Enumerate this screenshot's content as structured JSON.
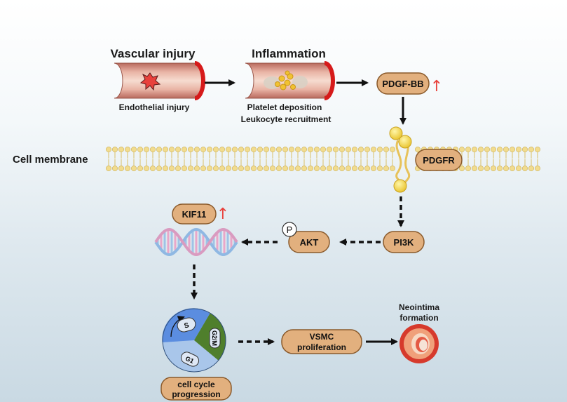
{
  "labels": {
    "vascular_injury": "Vascular injury",
    "inflammation": "Inflammation",
    "endothelial_injury": "Endothelial  injury",
    "platelet_deposition": "Platelet deposition",
    "leukocyte_recruitment": "Leukocyte recruitment",
    "cell_membrane": "Cell membrane",
    "neointima_line1": "Neointima",
    "neointima_line2": "formation",
    "cell_cycle_line1": "cell cycle",
    "cell_cycle_line2": "progression",
    "phospho": "P",
    "up_arrow": "↑"
  },
  "nodes": {
    "pdgf_bb": "PDGF-BB",
    "pdgfr": "PDGFR",
    "pi3k": "PI3K",
    "akt": "AKT",
    "kif11": "KIF11",
    "vsmc_line1": "VSMC",
    "vsmc_line2": "proliferation"
  },
  "cell_cycle_phases": {
    "s": "S",
    "g2m": "G2/M",
    "g1": "G1"
  },
  "colors": {
    "pill_fill": "#e2b07e",
    "pill_stroke": "#8a5a2b",
    "up_arrow": "#e8413c",
    "vessel_wall": "#c97c6e",
    "vessel_inner": "#f3d3c4",
    "vessel_rim": "#d61a1a",
    "membrane": "#f0d98a",
    "cycle_blue": "#5b8de0",
    "cycle_green": "#4f7f2c",
    "cycle_light": "#a9c6ea"
  }
}
